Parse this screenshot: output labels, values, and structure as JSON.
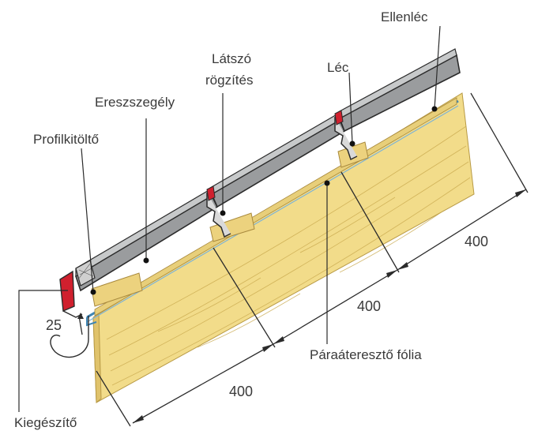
{
  "labels": {
    "ellenlec": "Ellenléc",
    "latszo_line1": "Látszó",
    "latszo_line2": "rögzítés",
    "lec": "Léc",
    "ereszszegely": "Ereszszegély",
    "profilkitolto": "Profilkitöltő",
    "paraatereszto": "Páraáteresztő fólia",
    "kiegeszito": "Kiegészítő"
  },
  "dimensions": {
    "d1": "400",
    "d2": "400",
    "d3": "400",
    "gap": "25"
  },
  "colors": {
    "wood": "#f2dc8a",
    "wood_grain": "#c9a94e",
    "panel": "#9a9c9e",
    "panel_edge": "#2b2b2b",
    "membrane": "#3f86b5",
    "red_trim": "#d0202e",
    "line": "#2b2b2b"
  }
}
